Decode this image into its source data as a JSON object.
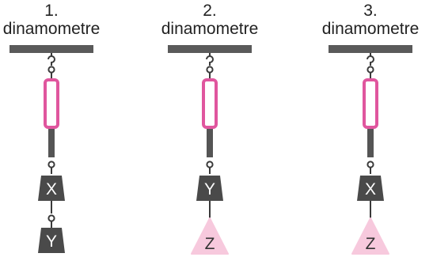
{
  "colors": {
    "ceiling": "#5a5a5a",
    "hook": "#3a3a3a",
    "spring_border": "#e0569e",
    "spring_fill": "#ffffff",
    "rod": "#555555",
    "block_weight": "#4a4a4a",
    "block_text": "#ffffff",
    "triangle_weight": "#f7c9dd",
    "triangle_text": "#333333"
  },
  "setups": [
    {
      "number": "1.",
      "name": "dinamometre",
      "weights": [
        {
          "label": "X",
          "shape": "block"
        },
        {
          "label": "Y",
          "shape": "block"
        }
      ]
    },
    {
      "number": "2.",
      "name": "dinamometre",
      "weights": [
        {
          "label": "Y",
          "shape": "block"
        },
        {
          "label": "Z",
          "shape": "triangle"
        }
      ]
    },
    {
      "number": "3.",
      "name": "dinamometre",
      "weights": [
        {
          "label": "X",
          "shape": "block"
        },
        {
          "label": "Z",
          "shape": "triangle"
        }
      ]
    }
  ]
}
